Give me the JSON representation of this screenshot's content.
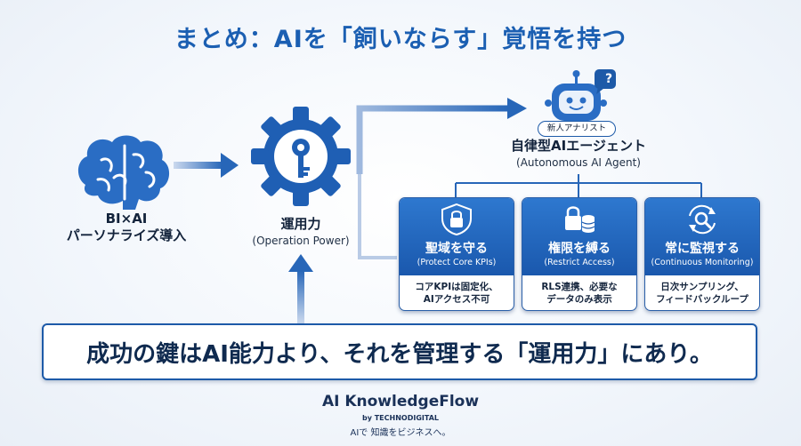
{
  "title": "まとめ：AIを「飼いならす」覚悟を持つ",
  "nodes": {
    "bi": {
      "line1": "BI×AI",
      "line2": "パーソナライズ導入"
    },
    "ops": {
      "title": "運用力",
      "sub": "(Operation Power)"
    },
    "agent": {
      "badge": "新人アナリスト",
      "title": "自律型AIエージェント",
      "sub": "(Autonomous AI Agent)",
      "bubble": "?"
    }
  },
  "cards": [
    {
      "title": "聖域を守る",
      "sub": "(Protect Core KPIs)",
      "body1": "コアKPIは固定化、",
      "body2": "AIアクセス不可"
    },
    {
      "title": "権限を縛る",
      "sub": "(Restrict Access)",
      "body1": "RLS連携、必要な",
      "body2": "データのみ表示"
    },
    {
      "title": "常に監視する",
      "sub": "(Continuous Monitoring)",
      "body1": "日次サンプリング、",
      "body2": "フィードバックループ"
    }
  ],
  "banner": "成功の鍵はAI能力より、それを管理する「運用力」にあり。",
  "footer": {
    "brand": "AI KnowledgeFlow",
    "by": "by TECHNODIGITAL",
    "tagline": "AIで 知識をビジネスへ。"
  },
  "colors": {
    "primary": "#1b5fb2",
    "dark": "#0f2a4f",
    "card_top": "#2e78cf"
  }
}
